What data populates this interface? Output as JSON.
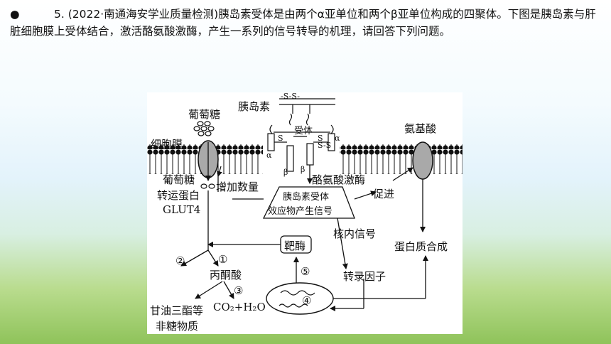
{
  "question": {
    "bullet": "●",
    "text": "5. (2022·南通海安学业质量检测)胰岛素受体是由两个α亚单位和两个β亚单位构成的四聚体。下图是胰岛素与肝脏细胞膜上受体结合，激活酪氨酸激酶，产生一系列的信号转导的机理，请回答下列问题。"
  },
  "figure": {
    "insulin": "胰岛素",
    "ss": "-S-S-",
    "receptor": "受体",
    "alpha": "α",
    "beta": "β",
    "s_bond": "S",
    "ss_small": "S-S",
    "glucose": "葡萄糖",
    "membrane": "细胞膜",
    "transporter": "葡萄糖转运蛋白GLUT4",
    "transporter_line1": "葡萄糖",
    "transporter_line2": "转运蛋白",
    "transporter_line3": "GLUT4",
    "tyrosine_kinase": "酪氨酸激酶",
    "increase": "增加数量",
    "effector_line1": "胰岛素受体",
    "effector_line2": "效应物产生信号",
    "promote": "促进",
    "amino_acid": "氨基酸",
    "nuclear_signal": "核内信号",
    "protein_synthesis": "蛋白质合成",
    "target_enzyme": "靶酶",
    "pyruvate": "丙酮酸",
    "transcription_factor": "转录因子",
    "product_fat": "甘油三酯等",
    "product_nonsugar": "非糖物质",
    "product_co2": "CO₂+H₂O",
    "step1": "①",
    "step2": "②",
    "step3": "③",
    "step4": "④",
    "step5": "⑤"
  }
}
